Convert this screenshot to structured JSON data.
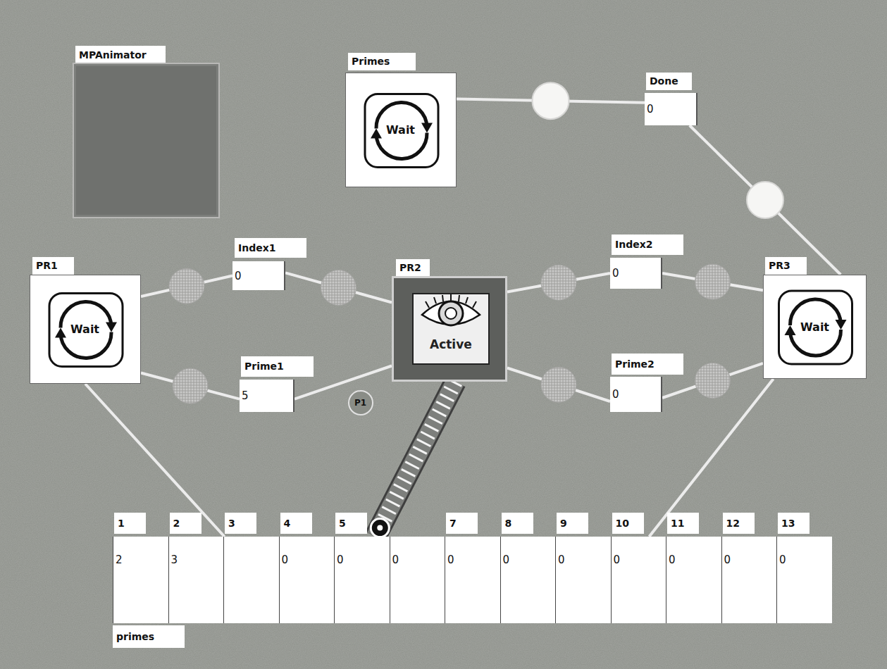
{
  "diagram": {
    "nodes": [
      {
        "text": [
          "MPAnimator"
        ]
      },
      {
        "text": [
          "Primes",
          "Wait"
        ]
      },
      {
        "text": [
          "Done",
          "0"
        ]
      },
      {
        "text": [
          "PR1",
          "Wait"
        ]
      },
      {
        "text": [
          "Index1",
          "0"
        ]
      },
      {
        "text": [
          "PR2",
          "Active"
        ]
      },
      {
        "text": [
          "Index2",
          "0"
        ]
      },
      {
        "text": [
          "PR3",
          "Wait"
        ]
      },
      {
        "text": [
          "Prime1",
          "5"
        ]
      },
      {
        "text": [
          "P1"
        ]
      },
      {
        "text": [
          "Prime2",
          "0"
        ]
      },
      {
        "text": [
          "primes"
        ]
      },
      {
        "text": [
          "1",
          "2"
        ],
        "in": 11
      },
      {
        "text": [
          "2",
          "3"
        ],
        "in": 11
      },
      {
        "text": [
          "3"
        ],
        "in": 11
      },
      {
        "text": [
          "4",
          "0"
        ],
        "in": 11
      },
      {
        "text": [
          "5",
          "0"
        ],
        "in": 11
      },
      {
        "text": [
          "0"
        ],
        "in": 11
      },
      {
        "text": [
          "7",
          "0"
        ],
        "in": 11
      },
      {
        "text": [
          "8",
          "0"
        ],
        "in": 11
      },
      {
        "text": [
          "9",
          "0"
        ],
        "in": 11
      },
      {
        "text": [
          "10",
          "0"
        ],
        "in": 11
      },
      {
        "text": [
          "11",
          "0"
        ],
        "in": 11
      },
      {
        "text": [
          "12",
          "0"
        ],
        "in": 11
      },
      {
        "text": [
          "13",
          "0"
        ],
        "in": 11
      }
    ],
    "edges": [
      {
        "from": 1,
        "to": 2,
        "arrow": "none"
      },
      {
        "from": 2,
        "to": 7,
        "arrow": "none"
      },
      {
        "from": 3,
        "to": 4,
        "arrow": "none"
      },
      {
        "from": 4,
        "to": 5,
        "arrow": "none"
      },
      {
        "from": 3,
        "to": 8,
        "arrow": "none"
      },
      {
        "from": 8,
        "to": 5,
        "arrow": "none"
      },
      {
        "from": 5,
        "to": 6,
        "arrow": "none"
      },
      {
        "from": 6,
        "to": 7,
        "arrow": "none"
      },
      {
        "from": 5,
        "to": 10,
        "arrow": "none"
      },
      {
        "from": 10,
        "to": 7,
        "arrow": "none"
      },
      {
        "from": 3,
        "to": 14,
        "arrow": "none"
      },
      {
        "from": 7,
        "to": 21,
        "arrow": "none"
      },
      {
        "from": 5,
        "to": 16,
        "arrow": "none"
      }
    ]
  }
}
